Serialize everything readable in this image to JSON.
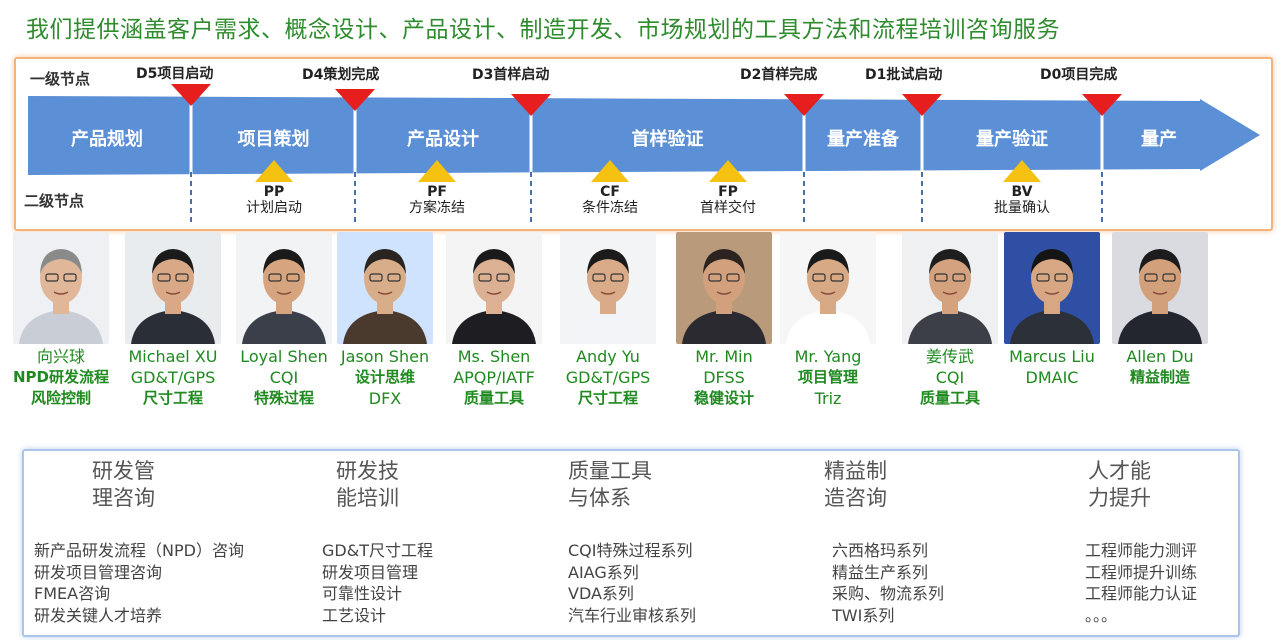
{
  "headline": "我们提供涵盖客户需求、概念设计、产品设计、制造开发、市场规划的工具方法和流程培训咨询服务",
  "timeline": {
    "level1_label": "一级节点",
    "level2_label": "二级节点",
    "milestones": [
      {
        "code": "D5",
        "text": "项目启动"
      },
      {
        "code": "D4",
        "text": "策划完成"
      },
      {
        "code": "D3",
        "text": "首样启动"
      },
      {
        "code": "D2",
        "text": "首样完成"
      },
      {
        "code": "D1",
        "text": "批试启动"
      },
      {
        "code": "D0",
        "text": "项目完成"
      }
    ],
    "phases": [
      "产品规划",
      "项目策划",
      "产品设计",
      "首样验证",
      "量产准备",
      "量产验证",
      "量产"
    ],
    "sub_nodes": [
      {
        "code": "PP",
        "text": "计划启动"
      },
      {
        "code": "PF",
        "text": "方案冻结"
      },
      {
        "code": "CF",
        "text": "条件冻结"
      },
      {
        "code": "FP",
        "text": "首样交付"
      },
      {
        "code": "BV",
        "text": "批量确认"
      }
    ],
    "colors": {
      "arrow": "#5b8fd6",
      "milestone": "#e61e1e",
      "sub_node": "#f5c211"
    }
  },
  "experts": [
    {
      "name": "向兴球",
      "lines": [
        "NPD研发流程",
        "风险控制"
      ]
    },
    {
      "name": "Michael XU",
      "lines": [
        "GD&T/GPS",
        "尺寸工程"
      ]
    },
    {
      "name": "Loyal Shen",
      "lines": [
        "CQI",
        "特殊过程"
      ]
    },
    {
      "name": "Jason Shen",
      "lines": [
        "设计思维",
        "DFX"
      ]
    },
    {
      "name": "Ms. Shen",
      "lines": [
        "APQP/IATF",
        "质量工具"
      ]
    },
    {
      "name": "Andy Yu",
      "lines": [
        "GD&T/GPS",
        "尺寸工程"
      ]
    },
    {
      "name": "Mr. Min",
      "lines": [
        "DFSS",
        "稳健设计"
      ]
    },
    {
      "name": "Mr. Yang",
      "lines": [
        "项目管理",
        "Triz"
      ]
    },
    {
      "name": "姜传武",
      "lines": [
        "CQI",
        "质量工具"
      ]
    },
    {
      "name": "Marcus Liu",
      "lines": [
        "DMAIC"
      ]
    },
    {
      "name": "Allen Du",
      "lines": [
        "精益制造"
      ]
    }
  ],
  "services": [
    {
      "title": [
        "研发管",
        "理咨询"
      ],
      "items": [
        "新产品研发流程（NPD）咨询",
        "研发项目管理咨询",
        "FMEA咨询",
        "研发关键人才培养"
      ]
    },
    {
      "title": [
        "研发技",
        "能培训"
      ],
      "items": [
        "GD&T尺寸工程",
        "研发项目管理",
        "可靠性设计",
        "工艺设计"
      ]
    },
    {
      "title": [
        "质量工具",
        "与体系"
      ],
      "items": [
        "CQI特殊过程系列",
        "AIAG系列",
        "VDA系列",
        "汽车行业审核系列"
      ]
    },
    {
      "title": [
        "精益制",
        "造咨询"
      ],
      "items": [
        "六西格玛系列",
        "精益生产系列",
        "采购、物流系列",
        "TWI系列"
      ]
    },
    {
      "title": [
        "人才能",
        "力提升"
      ],
      "items": [
        "工程师能力测评",
        "工程师提升训练",
        "工程师能力认证",
        "。。。"
      ]
    }
  ]
}
